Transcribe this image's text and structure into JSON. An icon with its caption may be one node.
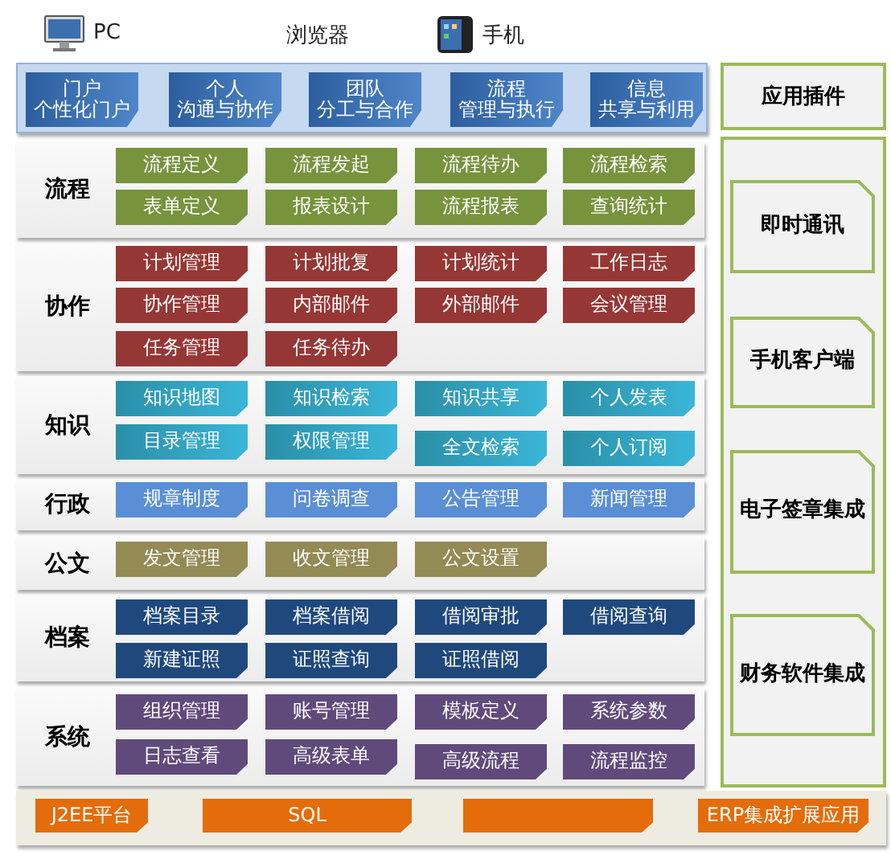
{
  "diagram": {
    "nodes": [
      {
        "text": [],
        "shape": "box"
      },
      {
        "text": [
          "门户",
          "个性化门户"
        ],
        "in": 0
      },
      {
        "text": [
          "个人",
          "沟通与协作"
        ],
        "in": 0
      },
      {
        "text": [
          "团队",
          "分工与合作"
        ],
        "in": 0
      },
      {
        "text": [
          "流程",
          "管理与执行"
        ],
        "in": 0
      },
      {
        "text": [
          "信息",
          "共享与利用"
        ],
        "in": 0
      },
      {
        "text": [
          "应用插件"
        ]
      },
      {
        "text": [
          "流程"
        ]
      },
      {
        "text": [
          "流程定义"
        ],
        "in": 7
      },
      {
        "text": [
          "流程发起"
        ],
        "in": 7
      },
      {
        "text": [
          "流程待办"
        ],
        "in": 7
      },
      {
        "text": [
          "流程检索"
        ],
        "in": 7
      },
      {
        "text": [
          "表单定义"
        ],
        "in": 7
      },
      {
        "text": [
          "报表设计"
        ],
        "in": 7
      },
      {
        "text": [
          "流程报表"
        ],
        "in": 7
      },
      {
        "text": [
          "查询统计"
        ],
        "in": 7
      },
      {
        "text": [
          "协作"
        ]
      },
      {
        "text": [
          "计划管理"
        ],
        "in": 16
      },
      {
        "text": [
          "计划批复"
        ],
        "in": 16
      },
      {
        "text": [
          "计划统计"
        ],
        "in": 16
      },
      {
        "text": [
          "工作日志"
        ],
        "in": 16
      },
      {
        "text": [
          "协作管理"
        ],
        "in": 16
      },
      {
        "text": [
          "内部邮件"
        ],
        "in": 16
      },
      {
        "text": [
          "外部邮件"
        ],
        "in": 16
      },
      {
        "text": [
          "会议管理"
        ],
        "in": 16
      },
      {
        "text": [
          "任务管理"
        ],
        "in": 16
      },
      {
        "text": [
          "任务待办"
        ],
        "in": 16
      },
      {
        "text": [
          "知识"
        ]
      },
      {
        "text": [
          "知识地图"
        ],
        "in": 27
      },
      {
        "text": [
          "知识检索"
        ],
        "in": 27
      },
      {
        "text": [
          "知识共享"
        ],
        "in": 27
      },
      {
        "text": [
          "个人发表"
        ],
        "in": 27
      },
      {
        "text": [
          "目录管理"
        ],
        "in": 27
      },
      {
        "text": [
          "权限管理"
        ],
        "in": 27
      },
      {
        "text": [
          "全文检索"
        ],
        "in": 27
      },
      {
        "text": [
          "个人订阅"
        ],
        "in": 27
      },
      {
        "text": [
          "行政"
        ]
      },
      {
        "text": [
          "规章制度"
        ],
        "in": 36
      },
      {
        "text": [
          "问卷调查"
        ],
        "in": 36
      },
      {
        "text": [
          "公告管理"
        ],
        "in": 36
      },
      {
        "text": [
          "新闻管理"
        ],
        "in": 36
      },
      {
        "text": [
          "公文"
        ]
      },
      {
        "text": [
          "发文管理"
        ],
        "in": 41
      },
      {
        "text": [
          "收文管理"
        ],
        "in": 41
      },
      {
        "text": [
          "公文设置"
        ],
        "in": 41
      },
      {
        "text": [
          "档案"
        ]
      },
      {
        "text": [
          "档案目录"
        ],
        "in": 45
      },
      {
        "text": [
          "档案借阅"
        ],
        "in": 45
      },
      {
        "text": [
          "借阅审批"
        ],
        "in": 45
      },
      {
        "text": [
          "借阅查询"
        ],
        "in": 45
      },
      {
        "text": [
          "新建证照"
        ],
        "in": 45
      },
      {
        "text": [
          "证照查询"
        ],
        "in": 45
      },
      {
        "text": [
          "证照借阅"
        ],
        "in": 45
      },
      {
        "text": [
          "系统"
        ]
      },
      {
        "text": [
          "组织管理"
        ],
        "in": 53
      },
      {
        "text": [
          "账号管理"
        ],
        "in": 53
      },
      {
        "text": [
          "模板定义"
        ],
        "in": 53
      },
      {
        "text": [
          "系统参数"
        ],
        "in": 53
      },
      {
        "text": [
          "日志查看"
        ],
        "in": 53
      },
      {
        "text": [
          "高级表单"
        ],
        "in": 53
      },
      {
        "text": [
          "高级流程"
        ],
        "in": 53
      },
      {
        "text": [
          "流程监控"
        ],
        "in": 53
      },
      {
        "text": [],
        "shape": "box"
      },
      {
        "text": [
          "即时通讯"
        ],
        "in": 62
      },
      {
        "text": [
          "手机客户端"
        ],
        "in": 62
      },
      {
        "text": [
          "电子签章集成"
        ],
        "in": 62
      },
      {
        "text": [
          "财务软件集成"
        ],
        "in": 62
      },
      {
        "text": [],
        "shape": "box"
      },
      {
        "text": [
          "J2EE平台"
        ],
        "in": 67
      },
      {
        "text": [
          "SQL"
        ],
        "in": 67
      },
      {
        "text": [],
        "shape": "box",
        "in": 67
      },
      {
        "text": [
          "ERP集成扩展应用"
        ],
        "in": 67
      }
    ],
    "labels": [
      "PC",
      "浏览器",
      "手机"
    ]
  }
}
